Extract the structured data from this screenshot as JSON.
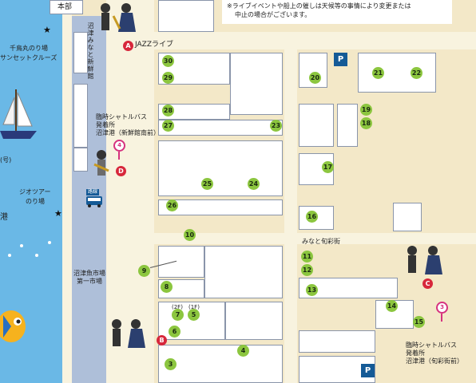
{
  "notice": {
    "line1": "※ライブイベントや船上の催しは天候等の事情により変更または",
    "line2": "中止の場合がございます。"
  },
  "labels": {
    "honbu": "本部",
    "fresh_building": "沼津みなと新鮮館",
    "fish_market": "沼津魚市場 第一市場",
    "minato_street": "みなと旬彩街",
    "chidorimaru": "千鳥丸のり場",
    "sunset_cruise": "サンセットクルーズ",
    "geo_tour": "ジオツアー",
    "noriba": "のり場",
    "side_os": "(号)",
    "side_minato": "港",
    "bus_a_line1": "臨時シャトルバス",
    "bus_a_line2": "発着所",
    "bus_a_line3": "沼津港（新鮮館南前）",
    "bus_b_line1": "臨時シャトルバス",
    "bus_b_line2": "発着所",
    "bus_b_line3": "沼津港（旬彩街前）",
    "jazz_live": "JAZZライブ",
    "floor_2f": "(2F)",
    "floor_1f": "(1F)",
    "bus_badge": "路線"
  },
  "event_markers": [
    {
      "letter": "A"
    },
    {
      "letter": "B"
    },
    {
      "letter": "C"
    },
    {
      "letter": "D"
    }
  ],
  "bus_stops": [
    {
      "number": "4"
    },
    {
      "number": "3"
    }
  ],
  "parking": [
    {
      "symbol": "P"
    },
    {
      "symbol": "P"
    }
  ],
  "shops": [
    {
      "number": "30"
    },
    {
      "number": "29"
    },
    {
      "number": "28"
    },
    {
      "number": "27"
    },
    {
      "number": "23"
    },
    {
      "number": "25"
    },
    {
      "number": "24"
    },
    {
      "number": "26"
    },
    {
      "number": "20"
    },
    {
      "number": "21"
    },
    {
      "number": "22"
    },
    {
      "number": "19"
    },
    {
      "number": "18"
    },
    {
      "number": "17"
    },
    {
      "number": "16"
    },
    {
      "number": "10"
    },
    {
      "number": "9"
    },
    {
      "number": "8"
    },
    {
      "number": "7"
    },
    {
      "number": "5"
    },
    {
      "number": "6"
    },
    {
      "number": "3"
    },
    {
      "number": "4"
    },
    {
      "number": "11"
    },
    {
      "number": "12"
    },
    {
      "number": "13"
    },
    {
      "number": "14"
    },
    {
      "number": "15"
    }
  ],
  "colors": {
    "sea": "#6ab8e6",
    "ground": "#f3e8c8",
    "shop_pin": "#8cc63f",
    "event_pin": "#d7273b",
    "bus_pin": "#d6327f",
    "parking": "#145a96"
  }
}
